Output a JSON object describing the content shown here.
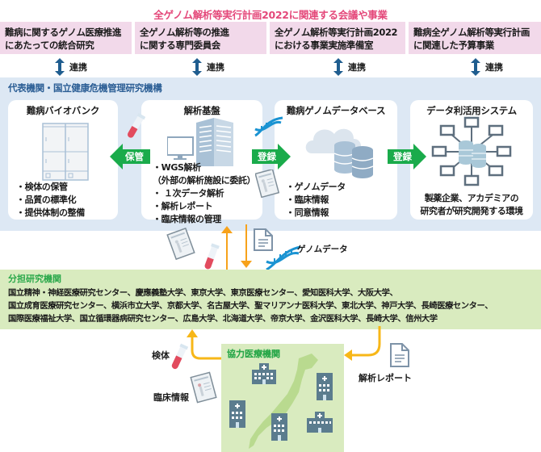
{
  "header": {
    "title": "全ゲノム解析等実行計画2022に関連する会議や事業",
    "title_color": "#e4487a"
  },
  "meetings": [
    {
      "line1": "難病に関するゲノム医療推進",
      "line2": "にあたっての統合研究"
    },
    {
      "line1": "全ゲノム解析等の推進",
      "line2": "に関する専門委員会"
    },
    {
      "line1": "全ゲノム解析等実行計画2022",
      "line2": "における事業実施準備室"
    },
    {
      "line1": "難病全ゲノム解析等実行計画",
      "line2": "に関連した予算事業"
    }
  ],
  "link_label": "連携",
  "lead_org": {
    "title": "代表機関・国立健康危機管理研究機構",
    "cards": [
      {
        "title": "難病バイオバンク",
        "icon": "freezer-cabinet-icon",
        "bullets": [
          "・検体の保管",
          "・品質の標準化",
          "・提供体制の整備"
        ]
      },
      {
        "title": "解析基盤",
        "icon": "server-icon",
        "bullets": [
          "・WGS解析",
          "（外部の解析施設に委託）",
          "・ １次データ解析",
          "・解析レポート",
          "・臨床情報の管理"
        ]
      },
      {
        "title": "難病ゲノムデータベース",
        "icon": "cloud-database-icon",
        "bullets": [
          "・ゲノムデータ",
          "・臨床情報",
          "・同意情報"
        ]
      },
      {
        "title": "データ利活用システム",
        "icon": "network-icon",
        "description": [
          "製薬企業、アカデミアの",
          "研究者が研究開発する環境"
        ]
      }
    ],
    "arrows": {
      "store": "保管",
      "register1": "登録",
      "register2": "登録"
    }
  },
  "flow_labels": {
    "genome_data": "ゲノムデータ"
  },
  "partner_institutions": {
    "title": "分担研究機関",
    "lines": [
      "国立精神・神経医療研究センター、慶應義塾大学、東京大学、東京医療センター、愛知医科大学、大阪大学、",
      "国立成育医療研究センター、横浜市立大学、京都大学、名古屋大学、聖マリアンナ医科大学、東北大学、神戸大学、長崎医療センター、",
      "国際医療福祉大学、国立循環器病研究センター、広島大学、北海道大学、帝京大学、金沢医科大学、長崎大学、信州大学"
    ]
  },
  "cooperating": {
    "title": "協力医療機関",
    "specimen_label": "検体",
    "clinical_label": "臨床情報",
    "report_label": "解析レポート"
  },
  "colors": {
    "pink_box": "#f2d9ea",
    "blue_panel": "#dde8f4",
    "green_panel": "#d9ebbf",
    "green_arrow": "#1aab4b",
    "orange_arrow": "#f7a21b",
    "dark_blue_arrow": "#1f5d8f",
    "green_title": "#2aa84a"
  }
}
